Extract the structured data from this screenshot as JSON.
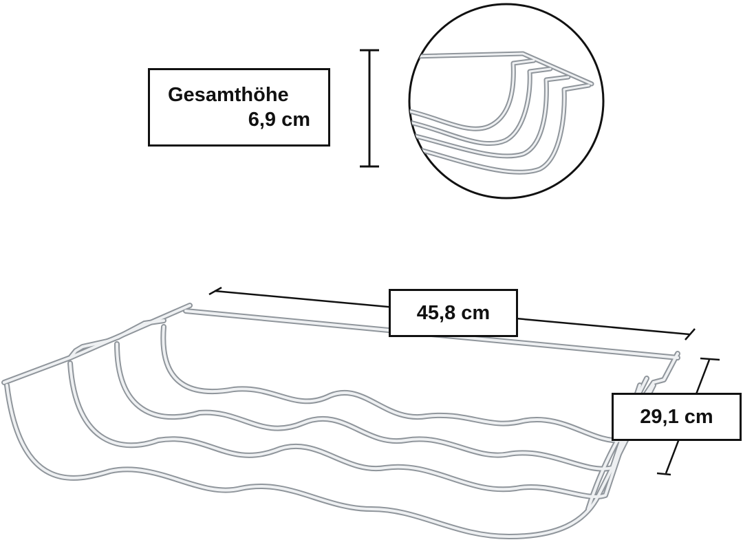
{
  "labels": {
    "height_title": "Gesamthöhe",
    "height_value": "6,9 cm",
    "length_value": "45,8 cm",
    "depth_value": "29,1 cm"
  },
  "colors": {
    "wire_outline": "#8f959b",
    "wire_fill": "#eef0f2",
    "ink": "#111111"
  }
}
